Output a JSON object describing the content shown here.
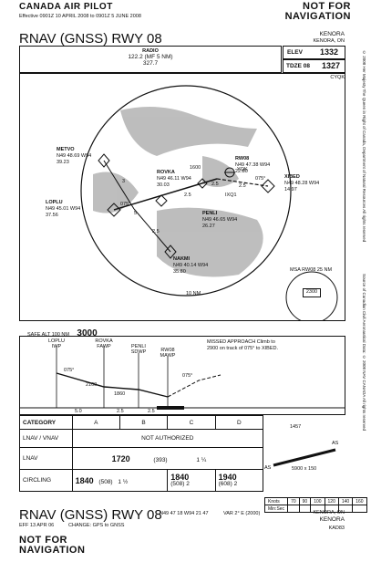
{
  "header": {
    "publisher": "CANADA AIR PILOT",
    "effective": "Effective 0901Z 10 APRIL 2008 to 0901Z 5 JUNE 2008",
    "not_for_nav": "NOT FOR NAVIGATION"
  },
  "title": {
    "procedure": "RNAV (GNSS) RWY 08",
    "airport": "KENORA",
    "airport_loc": "KENORA, ON"
  },
  "comms": {
    "label": "RADIO",
    "freq": "122.2 (MF 5 NM)",
    "freq2": "327.7"
  },
  "elevations": {
    "elev_label": "ELEV",
    "elev": "1332",
    "tdze_label": "TDZE 08",
    "tdze": "1327",
    "ident": "CYQK"
  },
  "plan": {
    "fixes": [
      {
        "name": "METVO",
        "coords": "N49 48.69 W94 39.23"
      },
      {
        "name": "ROVKA",
        "coords": "N49 46.11 W94 30.03"
      },
      {
        "name": "LOPLU",
        "coords": "N49 45.01 W94 37.56"
      },
      {
        "name": "NAKMI",
        "coords": "N49 40.14 W94 35.80"
      },
      {
        "name": "PENLI",
        "coords": "N49 46.65 W94 26.27"
      },
      {
        "name": "RW08",
        "coords": "N49 47.38 W94 22.50"
      },
      {
        "name": "XIBED",
        "coords": "N49 48.28 W94 14.97"
      }
    ],
    "legs": [
      "075°",
      "075°",
      "2.5",
      "5",
      "2.5",
      "2.5",
      "3",
      "2.5"
    ],
    "alt_1600": "1600",
    "ndb": "YQK",
    "ident2": "IXQ1",
    "range_ring": "10 NM",
    "msa_label": "MSA RW08 25 NM",
    "msa_alt": "2300"
  },
  "safe_alt": {
    "label": "SAFE ALT 100 NM",
    "value": "3000"
  },
  "profile": {
    "fixes": [
      {
        "name": "LOPLU",
        "role": "IWP"
      },
      {
        "name": "ROVKA",
        "role": "FAWP"
      },
      {
        "name": "PENLI",
        "role": "SDWP"
      },
      {
        "name": "RW08",
        "role": "MAWP"
      }
    ],
    "missed_approach": "MISSED APPROACH Climb to 2900 on track of 075° to XIBED.",
    "alt_2100": "2100",
    "alt_1860": "1860",
    "course1": "075°",
    "course2": "075°",
    "distances": [
      "5.0",
      "2.5",
      "2.5"
    ]
  },
  "aerodrome": {
    "elev_1457": "1457",
    "rwy_a": "AS",
    "rwy_b": "AS",
    "rwy_dim": "5900 x 150"
  },
  "minima": {
    "category_label": "CATEGORY",
    "cats": [
      "A",
      "B",
      "C",
      "D"
    ],
    "lnav_vnav": {
      "label": "LNAV / VNAV",
      "value": "NOT AUTHORIZED"
    },
    "lnav": {
      "label": "LNAV",
      "mda": "1720",
      "hat": "(393)",
      "vis": "1 ¼"
    },
    "circling": {
      "label": "CIRCLING",
      "ab_mda": "1840",
      "ab_hat": "(508)",
      "ab_vis": "1 ½",
      "c_mda": "1840",
      "c_hat": "(508)",
      "c_vis": "2",
      "d_mda": "1940",
      "d_hat": "(608)",
      "d_vis": "2"
    }
  },
  "speed_table": {
    "knots_label": "Knots",
    "knots": [
      "70",
      "90",
      "100",
      "120",
      "140",
      "160"
    ],
    "min_label": "Min:Sec"
  },
  "footer": {
    "procedure": "RNAV (GNSS) RWY 08",
    "eff": "EFF 13 APR 06",
    "change": "CHANGE: GPS to GNSS",
    "coords": "N49 47 18 W94 21 47",
    "var": "VAR 2° E (2000)",
    "airport_loc": "KENORA, ON",
    "airport": "KENORA",
    "code": "KAD83",
    "not_for_nav": "NOT FOR NAVIGATION"
  },
  "side_text": {
    "copyright": "© 2008 Her Majesty The Queen in Right of Canada, Department of Natural Resources All rights reserved",
    "source": "Source of Canadian Civil Aeronautical Data: © 2008 NAV CANADA All rights reserved"
  }
}
